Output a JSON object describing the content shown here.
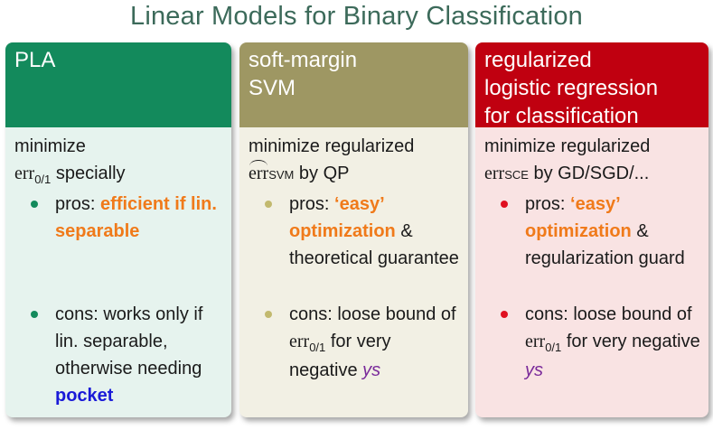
{
  "title": "Linear Models for Binary Classification",
  "columns": [
    {
      "header": [
        "PLA"
      ],
      "intro_line1": "minimize",
      "intro_math": "err",
      "intro_sub": "0/1",
      "intro_tail": " specially",
      "pros_prefix": "pros: ",
      "pros_em": "efficient if lin. separable",
      "cons_text": "cons: works only if lin. separable, otherwise needing ",
      "cons_em": "pocket"
    },
    {
      "header": [
        "soft-margin",
        "SVM"
      ],
      "intro_line1": "minimize regularized",
      "intro_math": "err",
      "intro_sub": "SVM",
      "intro_tail": " by QP",
      "pros_prefix": "pros: ",
      "pros_em": "‘easy’ optimization",
      "pros_tail": " & theoretical guarantee",
      "cons_text": "cons: loose bound of ",
      "cons_math": "err",
      "cons_sub": "0/1",
      "cons_tail": " for very negative ",
      "cons_var": "ys"
    },
    {
      "header": [
        "regularized",
        "logistic regression",
        "for classification"
      ],
      "intro_line1": "minimize regularized",
      "intro_math": "err",
      "intro_sub": "SCE",
      "intro_tail": " by GD/SGD/...",
      "pros_prefix": "pros: ",
      "pros_em": "‘easy’ optimization",
      "pros_tail": " & regularization guard",
      "cons_text": "cons: loose bound of ",
      "cons_math": "err",
      "cons_sub": "0/1",
      "cons_tail": " for very negative ",
      "cons_var": "ys"
    }
  ],
  "colors": {
    "title": "#3c6a5a",
    "pla_header": "#138a5c",
    "svm_header": "#9e9763",
    "logreg_header": "#c00010",
    "highlight": "#f07a1a",
    "pocket": "#1a1ad8",
    "ys": "#7a2a9a"
  }
}
